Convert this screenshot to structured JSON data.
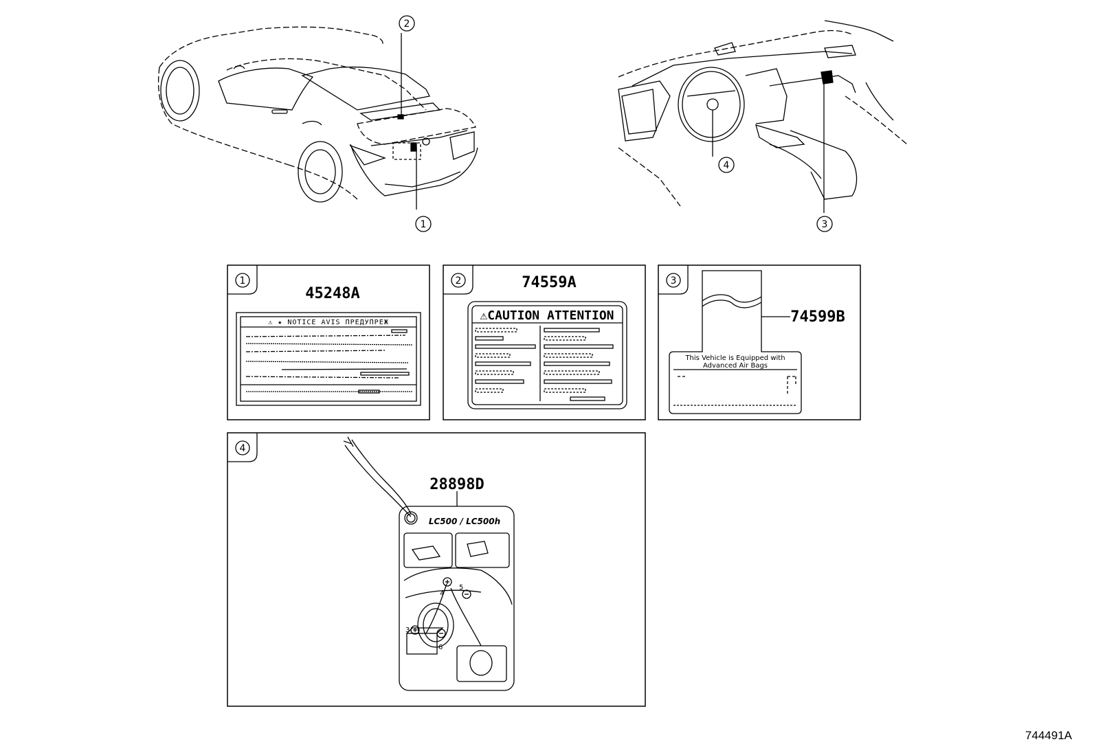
{
  "callouts": [
    "1",
    "2",
    "3",
    "4"
  ],
  "panels": [
    {
      "id": "1",
      "part": "45248A",
      "label_header": "⚠ ★ NOTICE  AVIS  ПРЕДУПРЕЖ"
    },
    {
      "id": "2",
      "part": "74559A",
      "label_header": "⚠CAUTION ATTENTION"
    },
    {
      "id": "3",
      "part": "74599B",
      "label_line1": "This Vehicle is Equipped with",
      "label_line2": "Advanced Air Bags"
    },
    {
      "id": "4",
      "part": "28898D",
      "tag_title": "LC500 / LC500h",
      "terminals": [
        "3",
        "4",
        "5",
        "6"
      ]
    }
  ],
  "diagram_ref": "744491A"
}
